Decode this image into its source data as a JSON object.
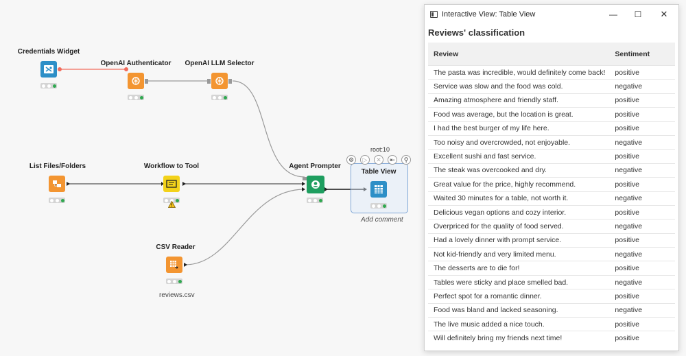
{
  "workflow": {
    "nodes": {
      "credentials": {
        "title": "Credentials Widget",
        "icon": "credentials-icon"
      },
      "openai_auth": {
        "title": "OpenAI Authenticator",
        "icon": "openai-icon"
      },
      "openai_llm": {
        "title": "OpenAI LLM Selector",
        "icon": "openai-icon"
      },
      "list_files": {
        "title": "List Files/Folders",
        "icon": "folder-icon"
      },
      "workflow_tool": {
        "title": "Workflow to Tool",
        "icon": "workflow-tool-icon"
      },
      "agent": {
        "title": "Agent Prompter",
        "icon": "agent-icon"
      },
      "table_view": {
        "title": "Table View",
        "icon": "table-icon",
        "id_label": "root:10",
        "comment_placeholder": "Add comment"
      },
      "csv_reader": {
        "title": "CSV Reader",
        "icon": "csv-icon",
        "caption": "reviews.csv"
      }
    },
    "colors": {
      "orange": "#f39531",
      "blue": "#2d8fc7",
      "green": "#1e9e5f",
      "yellow": "#f3d21a",
      "status_green": "#2fa84f"
    }
  },
  "window": {
    "title": "Interactive View: Table View",
    "view_title": "Reviews' classification",
    "columns": [
      "Review",
      "Sentiment"
    ],
    "rows": [
      [
        "The pasta was incredible, would definitely come back!",
        "positive"
      ],
      [
        "Service was slow and the food was cold.",
        "negative"
      ],
      [
        "Amazing atmosphere and friendly staff.",
        "positive"
      ],
      [
        "Food was average, but the location is great.",
        "positive"
      ],
      [
        "I had the best burger of my life here.",
        "positive"
      ],
      [
        "Too noisy and overcrowded, not enjoyable.",
        "negative"
      ],
      [
        "Excellent sushi and fast service.",
        "positive"
      ],
      [
        "The steak was overcooked and dry.",
        "negative"
      ],
      [
        "Great value for the price, highly recommend.",
        "positive"
      ],
      [
        "Waited 30 minutes for a table, not worth it.",
        "negative"
      ],
      [
        "Delicious vegan options and cozy interior.",
        "positive"
      ],
      [
        "Overpriced for the quality of food served.",
        "negative"
      ],
      [
        "Had a lovely dinner with prompt service.",
        "positive"
      ],
      [
        "Not kid-friendly and very limited menu.",
        "negative"
      ],
      [
        "The desserts are to die for!",
        "positive"
      ],
      [
        "Tables were sticky and place smelled bad.",
        "negative"
      ],
      [
        "Perfect spot for a romantic dinner.",
        "positive"
      ],
      [
        "Food was bland and lacked seasoning.",
        "negative"
      ],
      [
        "The live music added a nice touch.",
        "positive"
      ],
      [
        "Will definitely bring my friends next time!",
        "positive"
      ]
    ]
  }
}
